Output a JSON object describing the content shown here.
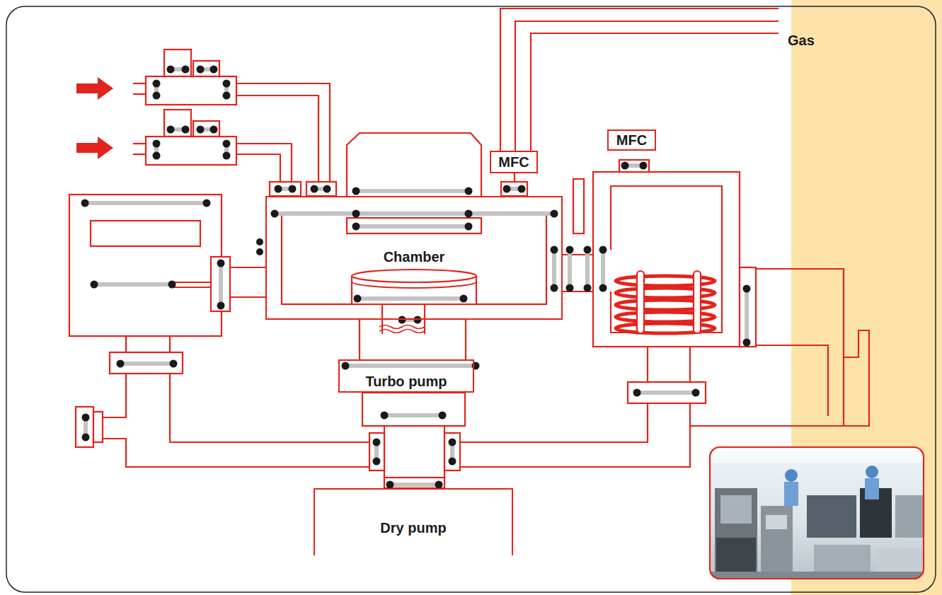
{
  "diagram": {
    "nodes": [
      {
        "text": [
          "MFC"
        ]
      },
      {
        "text": [
          "MFC"
        ]
      },
      {
        "text": [
          "Chamber"
        ]
      },
      {
        "text": [
          "Turbo pump"
        ]
      },
      {
        "text": [
          "Dry pump"
        ]
      }
    ],
    "edges": [
      {
        "from": 0,
        "to": 2,
        "arrow": "none"
      },
      {
        "from": 2,
        "to": 3,
        "arrow": "none"
      },
      {
        "from": 3,
        "to": 4,
        "arrow": "none"
      }
    ],
    "labels": [
      "Gas"
    ]
  }
}
